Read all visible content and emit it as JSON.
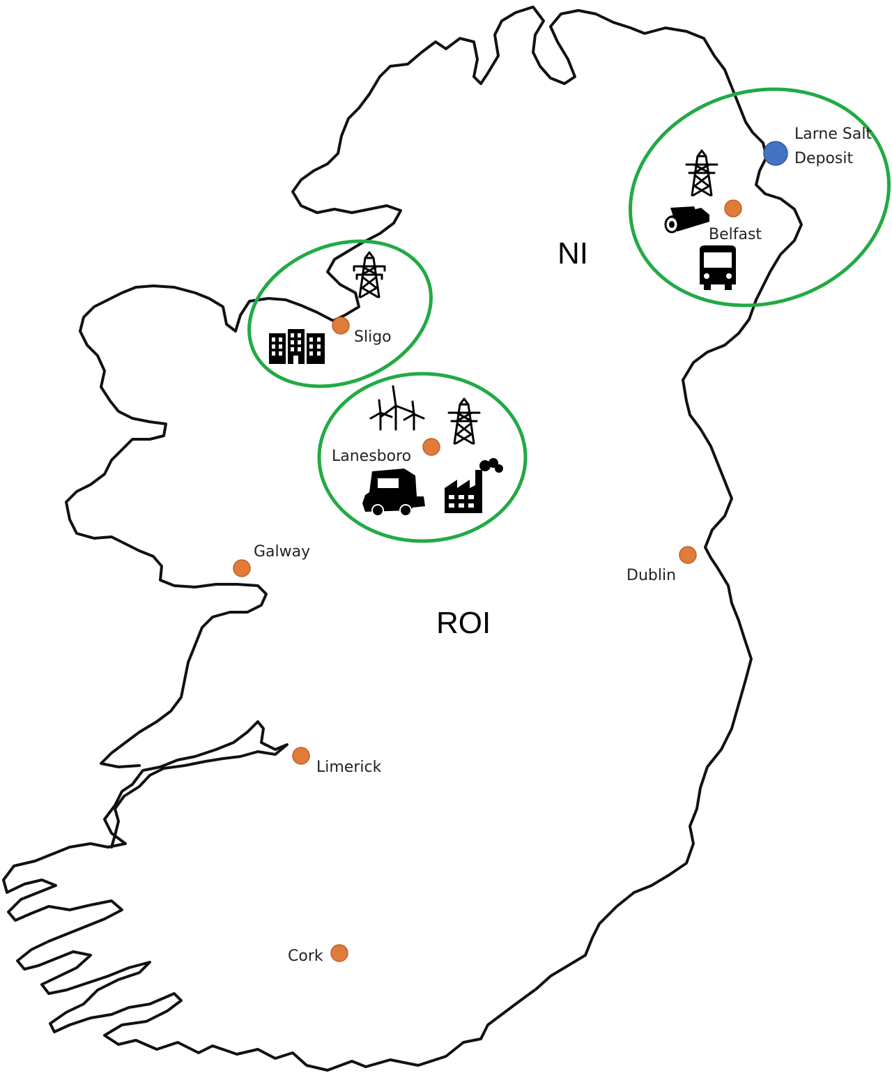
{
  "map": {
    "region_labels": {
      "ni": "NI",
      "roi": "ROI"
    },
    "cities": {
      "sligo": "Sligo",
      "lanesboro": "Lanesboro",
      "belfast": "Belfast",
      "galway": "Galway",
      "dublin": "Dublin",
      "limerick": "Limerick",
      "cork": "Cork"
    },
    "salt_deposit": {
      "line1": "Larne Salt",
      "line2": "Deposit"
    },
    "hubs": {
      "sligo": {
        "icons": [
          "pylon-icon",
          "buildings-icon"
        ]
      },
      "lanesboro": {
        "icons": [
          "wind-turbines-icon",
          "pylon-icon",
          "truck-icon",
          "factory-icon"
        ]
      },
      "belfast": {
        "icons": [
          "pylon-icon",
          "pipes-icon",
          "bus-icon"
        ]
      }
    },
    "colors": {
      "city_marker": "#e07b39",
      "salt_marker": "#4472c4",
      "hub_ring": "#22aa44",
      "coastline": "#111111"
    }
  }
}
